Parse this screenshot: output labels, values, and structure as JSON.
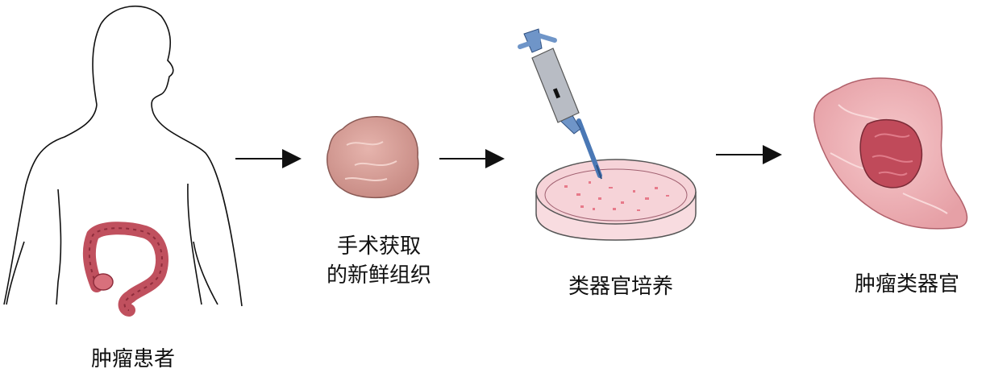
{
  "steps": [
    {
      "label": "肿瘤患者"
    },
    {
      "label_line1": "手术获取",
      "label_line2": "的新鲜组织"
    },
    {
      "label": "类器官培养"
    },
    {
      "label": "肿瘤类器官"
    }
  ],
  "icons": {
    "patient": "human-silhouette-icon",
    "colon": "colon-icon",
    "tissue": "tissue-sample-icon",
    "pipette": "pipette-icon",
    "dish": "petri-dish-icon",
    "organoid": "tumor-organoid-icon",
    "arrow": "right-arrow-icon"
  },
  "colors": {
    "outline": "#111111",
    "colon": "#c0505e",
    "tissue": "#d9a09a",
    "dish_medium": "#f6d3d8",
    "organoid": "#f1b4b8",
    "organoid_core": "#c04a5a",
    "pipette_blue": "#6f95c8",
    "pipette_gray": "#b8bcc4"
  }
}
